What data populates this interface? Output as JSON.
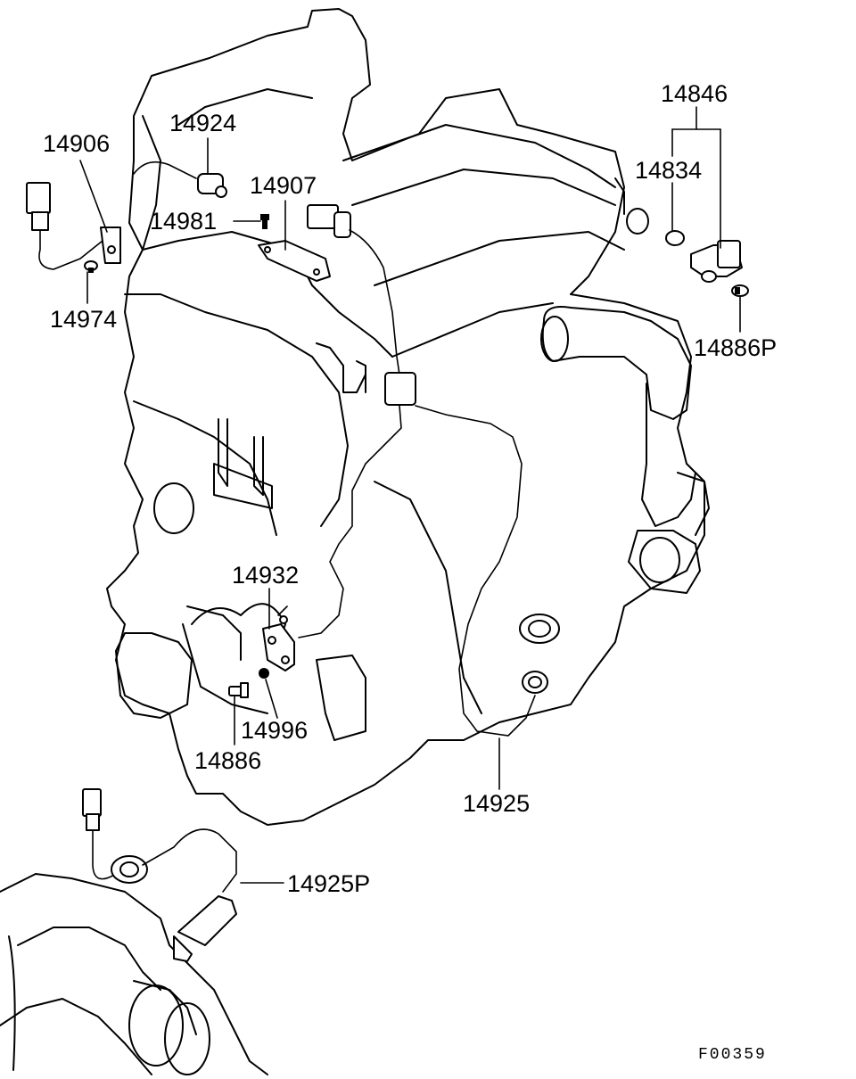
{
  "labels": {
    "p14846": "14846",
    "p14834": "14834",
    "p14924": "14924",
    "p14906": "14906",
    "p14907": "14907",
    "p14981": "14981",
    "p14974": "14974",
    "p14886P": "14886P",
    "p14932": "14932",
    "p14996": "14996",
    "p14886": "14886",
    "p14925": "14925",
    "p14925P": "14925P"
  },
  "figure_code": "F00359"
}
